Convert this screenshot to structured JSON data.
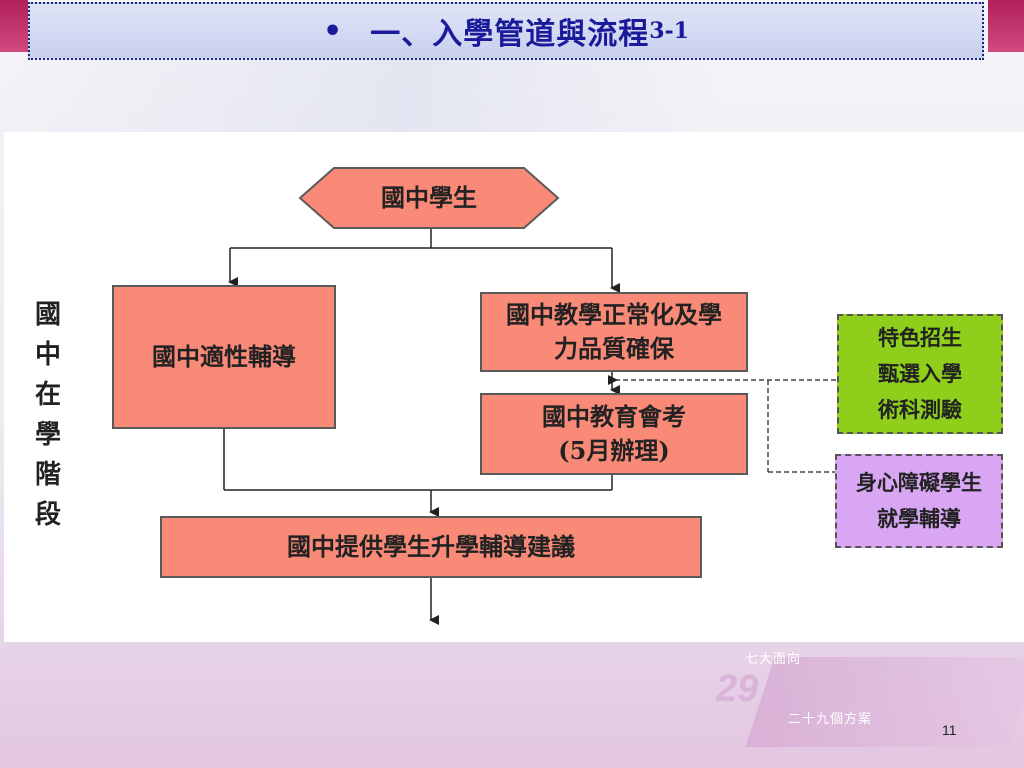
{
  "slide": {
    "bullet": "•",
    "title": "一、入學管道與流程",
    "title_suffix": "3-1",
    "page_number": "11"
  },
  "flowchart": {
    "start": "國中學生",
    "left_box": "國中適性輔導",
    "right_box_1_line1": "國中教學正常化及學",
    "right_box_1_line2": "力品質確保",
    "right_box_2_line1": "國中教育會考",
    "right_box_2_line2": "(5月辦理)",
    "bottom_box": "國中提供學生升學輔導建議",
    "stage_label": [
      "國",
      "中",
      "在",
      "學",
      "階",
      "段"
    ],
    "side_green": [
      "特色招生",
      "甄選入學",
      "術科測驗"
    ],
    "side_purple": [
      "身心障礙學生",
      "就學輔導"
    ]
  },
  "branding": {
    "seven_directions": "七大面向",
    "number": "29",
    "twenty_nine_plans": "二十九個方案"
  },
  "colors": {
    "box_fill": "#f88a77",
    "green_fill": "#8fce1a",
    "purple_fill": "#d9a6f3",
    "title_text": "#1a1a9a"
  }
}
